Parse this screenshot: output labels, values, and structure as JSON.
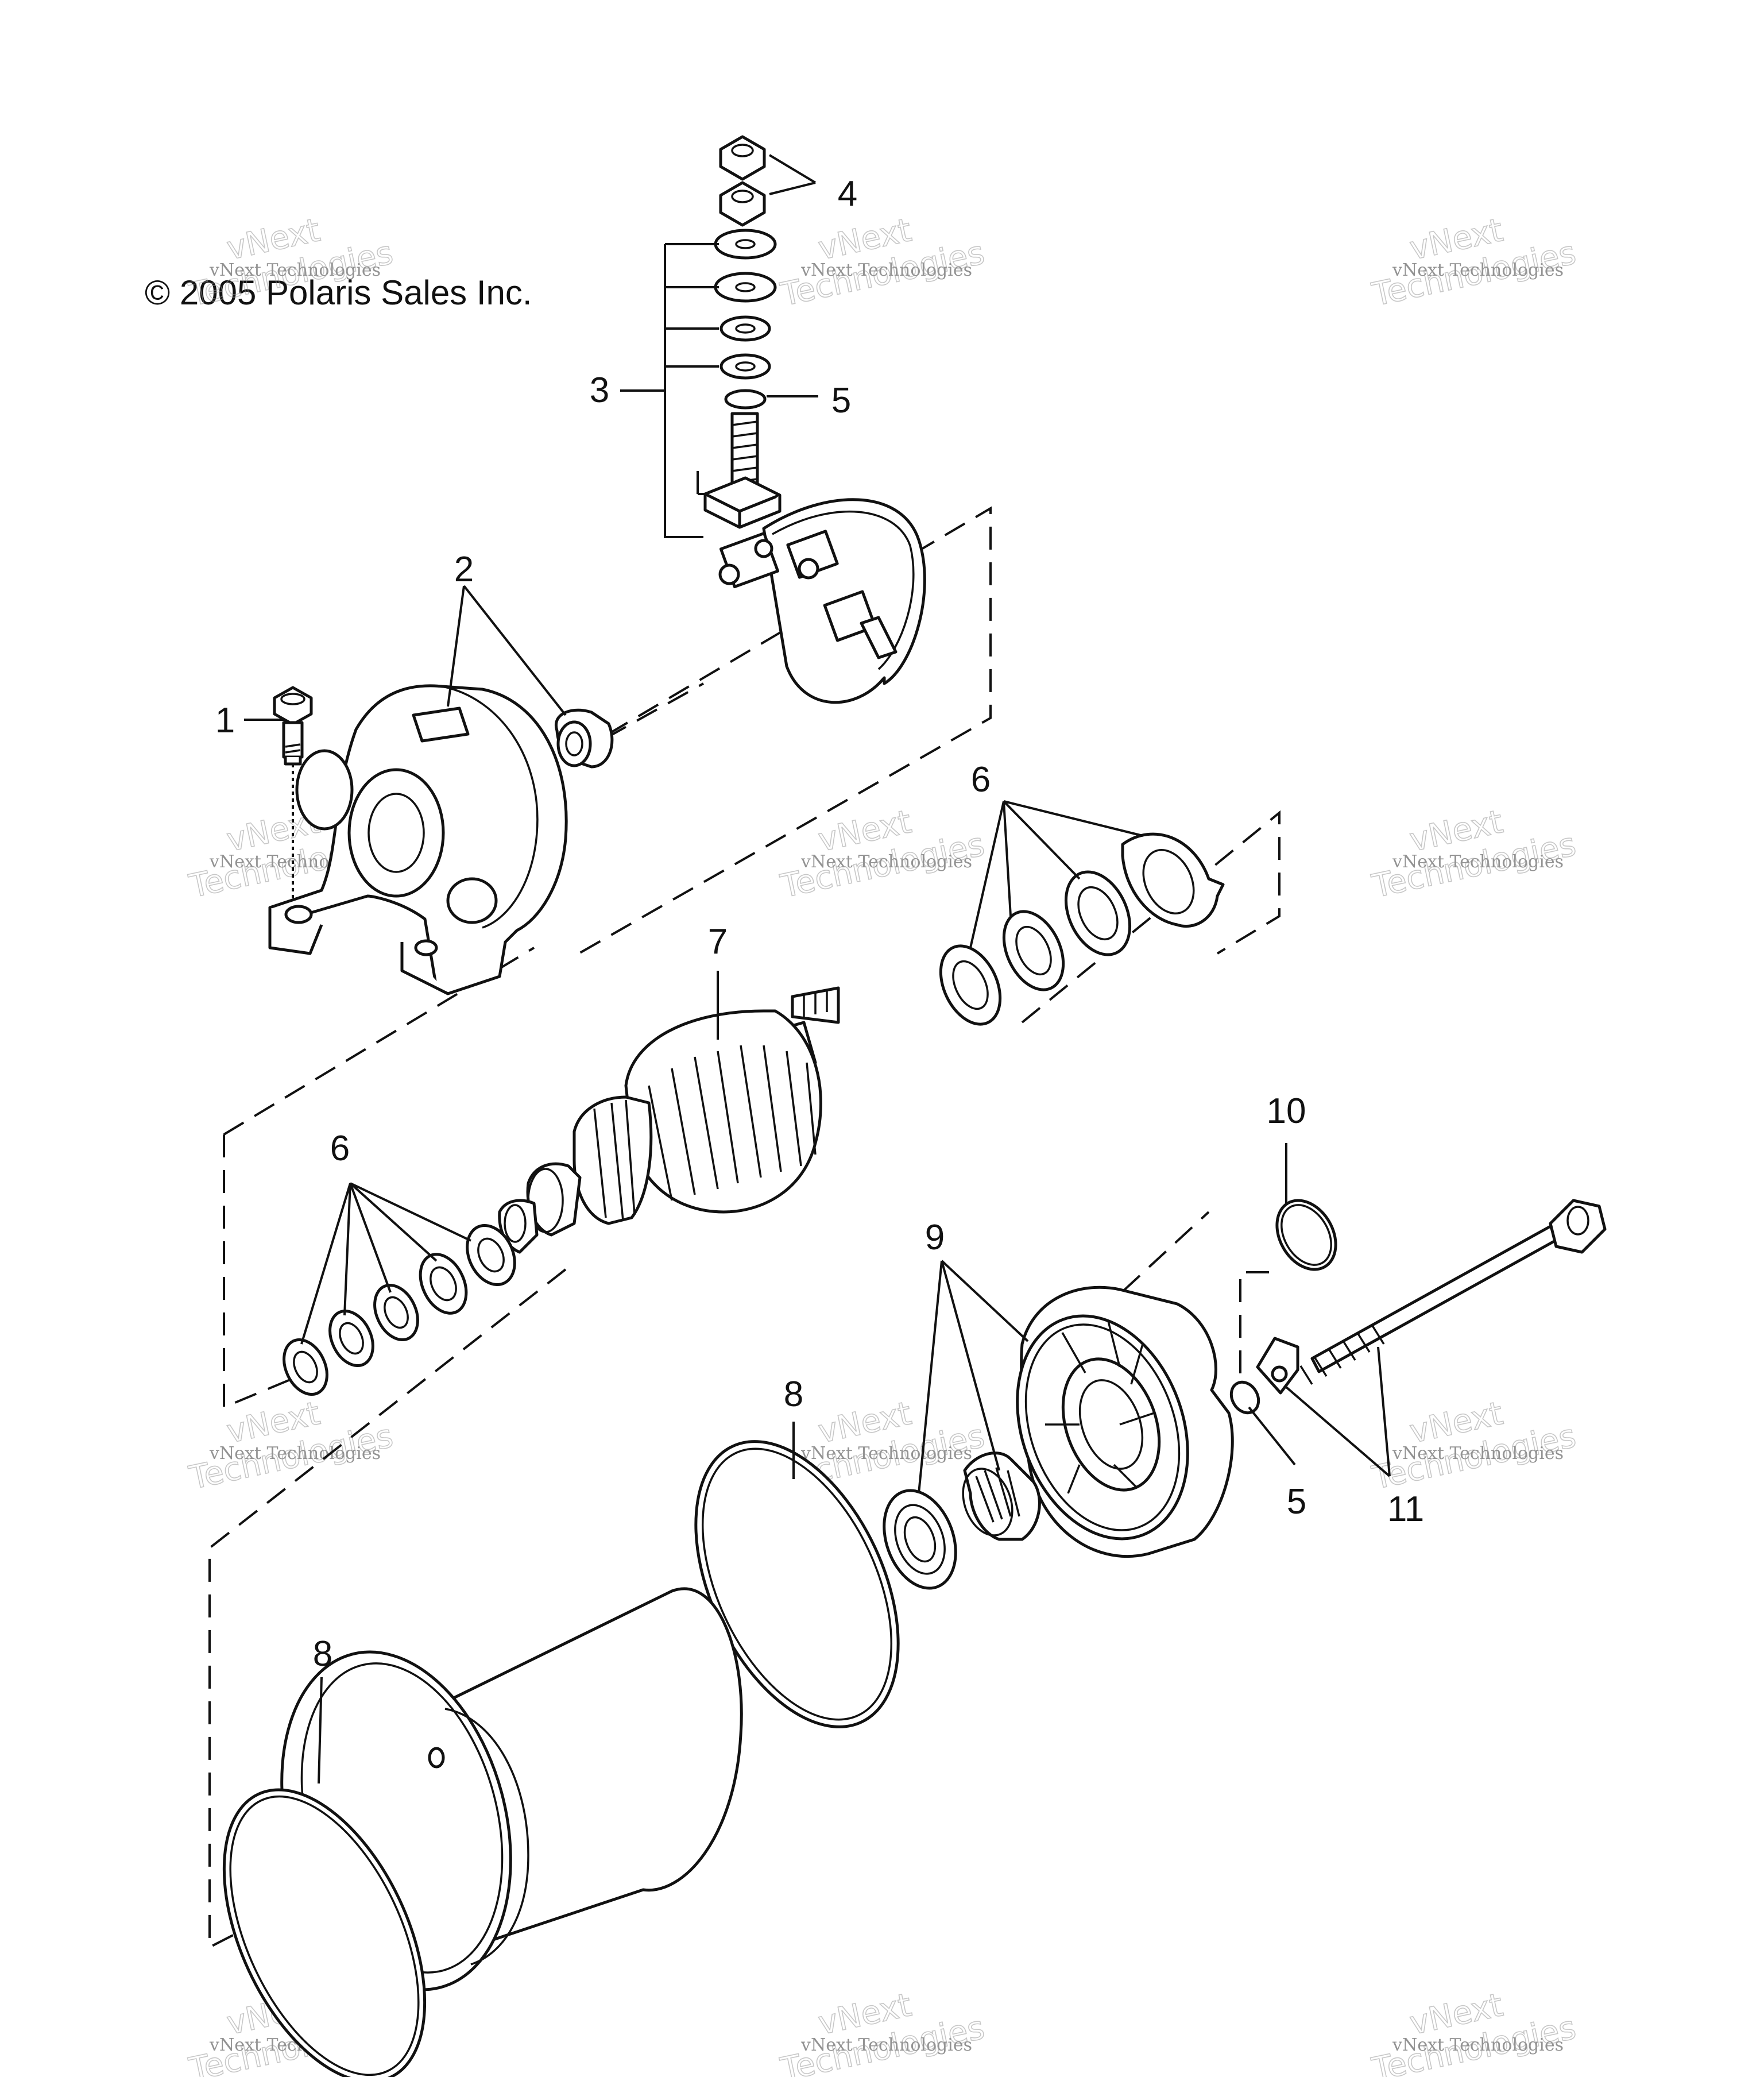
{
  "copyright": "© 2005 Polaris Sales Inc.",
  "watermark": {
    "line1": "vNext Technologies",
    "line2a": "vNext",
    "line2b": "Technologies"
  },
  "callouts": [
    {
      "id": "1",
      "label": "1"
    },
    {
      "id": "2",
      "label": "2"
    },
    {
      "id": "3",
      "label": "3"
    },
    {
      "id": "4",
      "label": "4"
    },
    {
      "id": "5a",
      "label": "5"
    },
    {
      "id": "5b",
      "label": "5"
    },
    {
      "id": "6a",
      "label": "6"
    },
    {
      "id": "6b",
      "label": "6"
    },
    {
      "id": "7",
      "label": "7"
    },
    {
      "id": "8a",
      "label": "8"
    },
    {
      "id": "8b",
      "label": "8"
    },
    {
      "id": "9",
      "label": "9"
    },
    {
      "id": "10",
      "label": "10"
    },
    {
      "id": "11",
      "label": "11"
    }
  ]
}
